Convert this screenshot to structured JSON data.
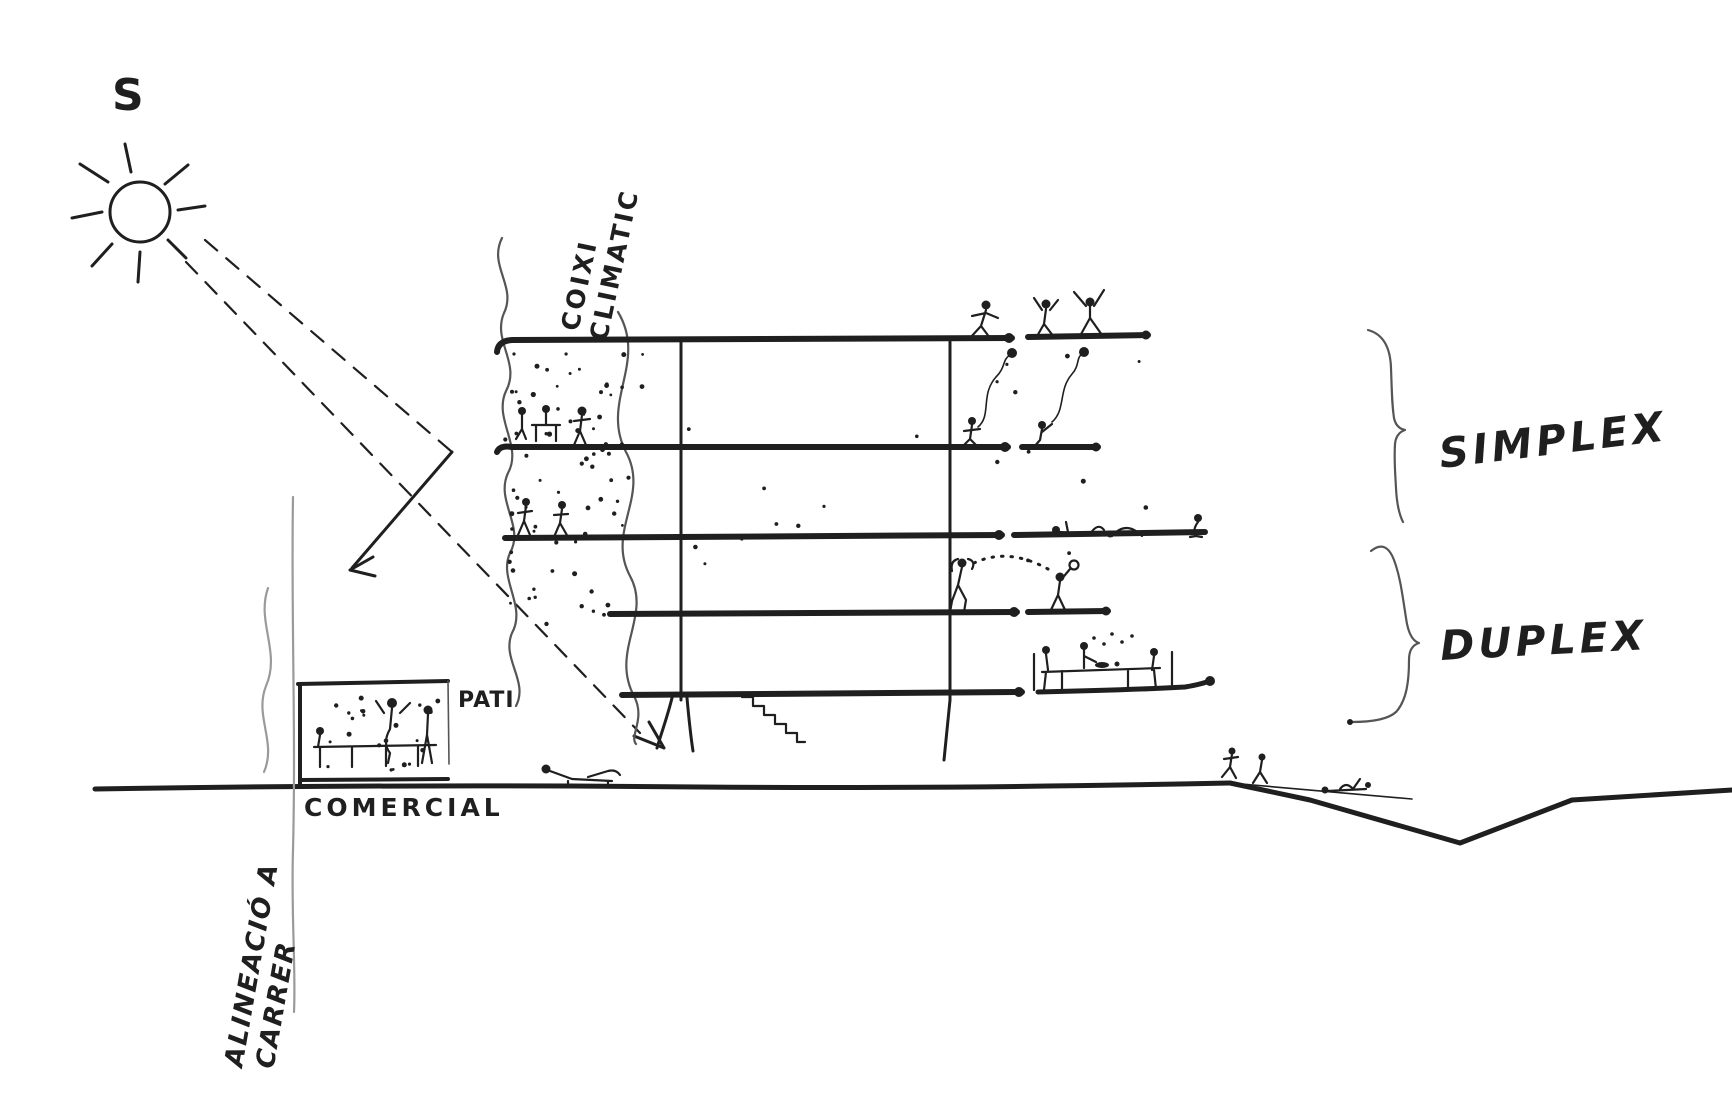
{
  "colors": {
    "ink": "#1f1f1f",
    "mid": "#555555",
    "light": "#9a9a9a",
    "background": "#ffffff"
  },
  "labels": {
    "sun": "S",
    "climate_cushion": {
      "line1": "COIXI",
      "line2": "CLIMATIC"
    },
    "unit_simplex": "SIMPLEX",
    "unit_duplex": "DUPLEX",
    "patio": "PATI",
    "commercial": "COMERCIAL",
    "street_alignment": {
      "line1": "ALINEACIÓ A",
      "line2": "CARRER"
    }
  }
}
